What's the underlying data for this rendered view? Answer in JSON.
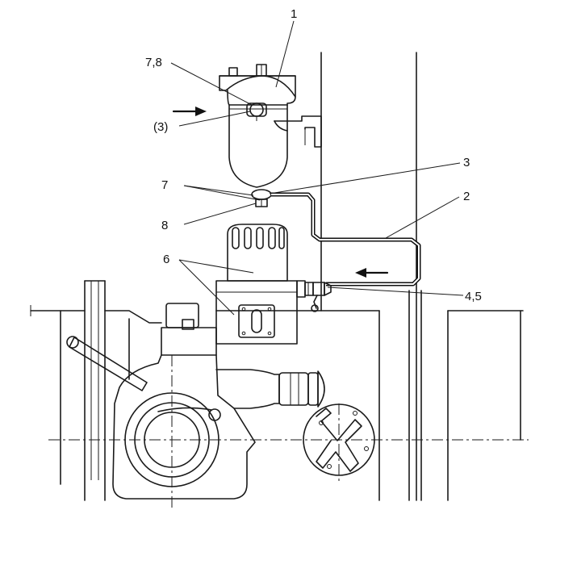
{
  "labels": {
    "l1": "1",
    "l78": "7,8",
    "l3p": "(3)",
    "l3": "3",
    "l7": "7",
    "l2": "2",
    "l8": "8",
    "l6": "6",
    "l45": "4,5"
  }
}
